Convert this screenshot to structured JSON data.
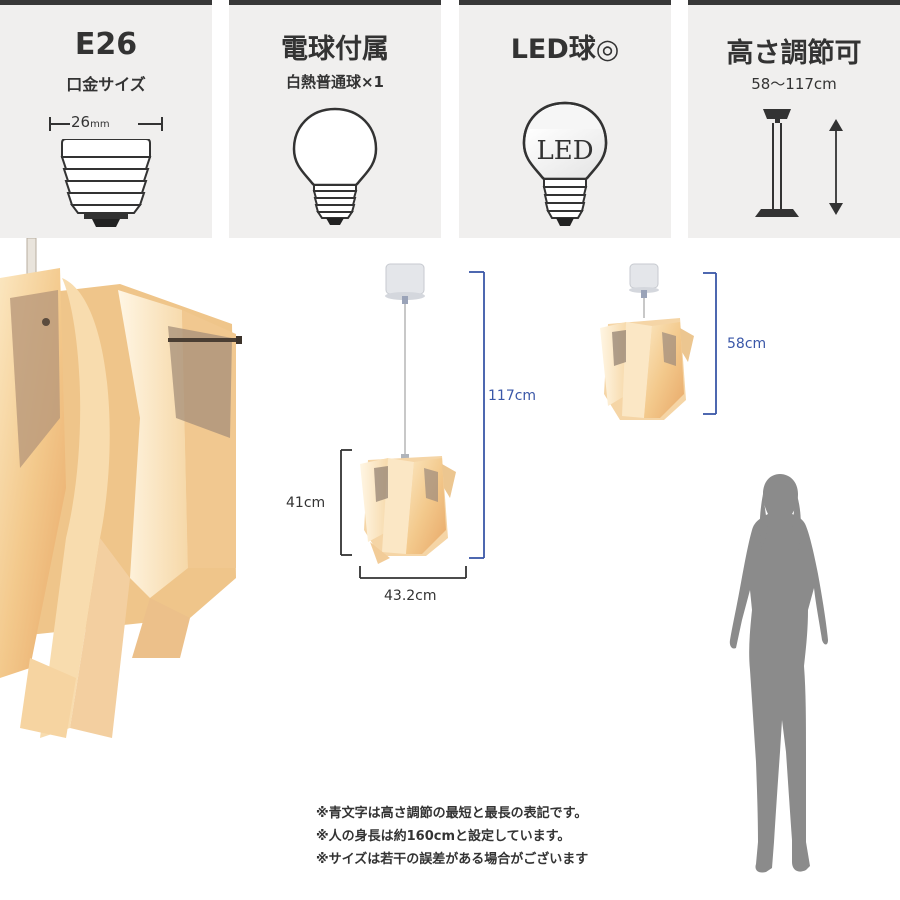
{
  "cards": [
    {
      "title": "E26",
      "subtitle": "口金サイズ",
      "measure": "26",
      "measure_unit": "mm"
    },
    {
      "title": "電球付属",
      "subtitle": "白熱普通球×1"
    },
    {
      "title": "LED球◎",
      "icon_text": "LED"
    },
    {
      "title": "高さ調節可",
      "subtitle": "58〜117cm"
    }
  ],
  "dimensions": {
    "height_max": "117cm",
    "height_min": "58cm",
    "shade_height": "41cm",
    "shade_width": "43.2cm"
  },
  "notes": [
    "※青文字は高さ調節の最短と最長の表記です。",
    "※人の身長は約160cmと設定しています。",
    "※サイズは若干の誤差がある場合がございます"
  ],
  "colors": {
    "card_bg": "#f0efee",
    "card_border": "#383838",
    "dimension_blue": "#3a57a8",
    "silhouette": "#8b8b8b",
    "shade_glow": "#f3c98c"
  }
}
